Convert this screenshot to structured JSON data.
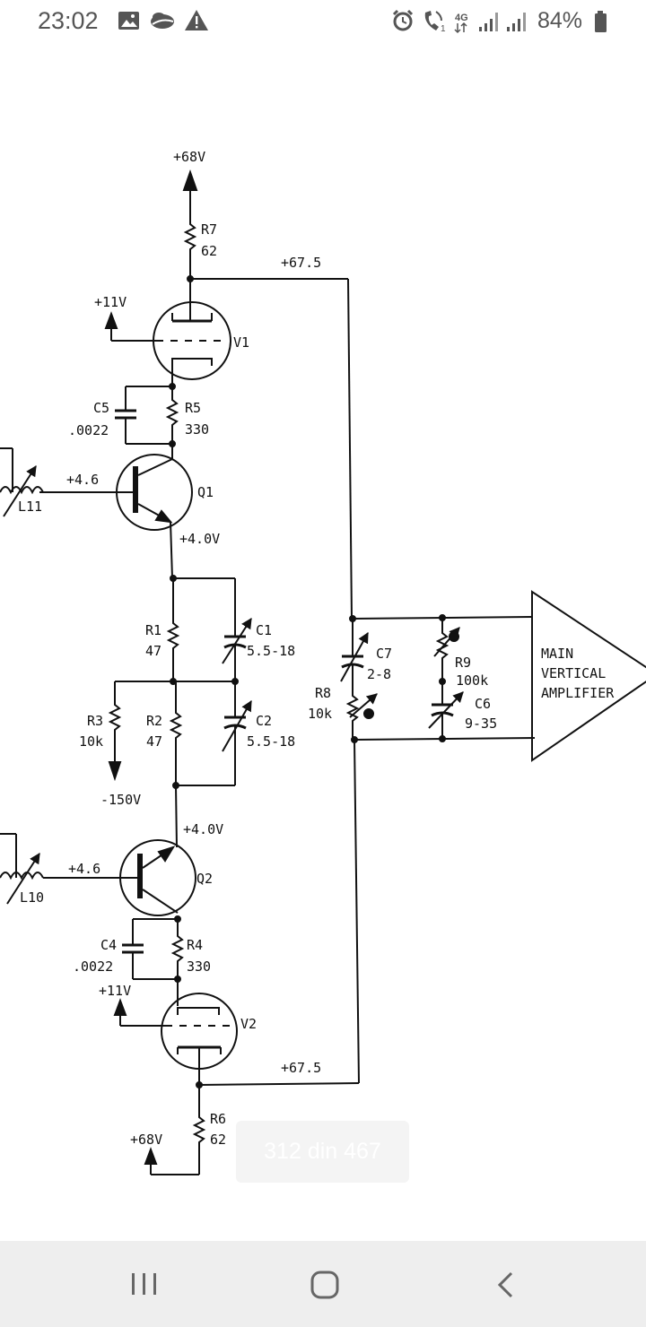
{
  "status_bar": {
    "time": "23:02",
    "left_icons": [
      "gallery-icon",
      "cloud-icon",
      "warning-icon"
    ],
    "right_icons": [
      "alarm-icon",
      "wifi-call-icon",
      "network-4g-icon",
      "signal-icon",
      "signal-icon",
      "battery-icon"
    ],
    "network_label": "4G",
    "battery_percent": "84%",
    "color": "#555555"
  },
  "schematic": {
    "labels": {
      "plus68v_top": "+68V",
      "r7": "R7",
      "r7_value": "62",
      "plus67_5_top": "+67.5",
      "plus11v_top": "+11V",
      "v1": "V1",
      "c5": "C5",
      "c5_value": ".0022",
      "r5": "R5",
      "r5_value": "330",
      "plus4_6_top": "+4.6",
      "l11": "L11",
      "q1": "Q1",
      "plus4_0v_top": "+4.0V",
      "r1": "R1",
      "r1_value": "47",
      "c1": "C1",
      "c1_value": "5.5-18",
      "c7": "C7",
      "c7_value": "2-8",
      "r8": "R8",
      "r8_value": "10k",
      "r9": "R9",
      "r9_value": "100k",
      "c6": "C6",
      "c6_value": "9-35",
      "amp_line1": "MAIN",
      "amp_line2": "VERTICAL",
      "amp_line3": "AMPLIFIER",
      "r3": "R3",
      "r3_value": "10k",
      "r2": "R2",
      "r2_value": "47",
      "c2": "C2",
      "c2_value": "5.5-18",
      "minus150v": "-150V",
      "plus4_0v_bottom": "+4.0V",
      "plus4_6_bottom": "+4.6",
      "l10": "L10",
      "q2": "Q2",
      "c4": "C4",
      "c4_value": ".0022",
      "r4": "R4",
      "r4_value": "330",
      "plus11v_bottom": "+11V",
      "v2": "V2",
      "plus67_5_bottom": "+67.5",
      "r6": "R6",
      "r6_value": "62",
      "plus68v_bottom": "+68V"
    }
  },
  "page_counter": {
    "text": "312 din 467"
  },
  "nav_bar": {
    "buttons": [
      "recent-apps-icon",
      "home-icon",
      "back-icon"
    ],
    "background": "#eeeeee"
  }
}
